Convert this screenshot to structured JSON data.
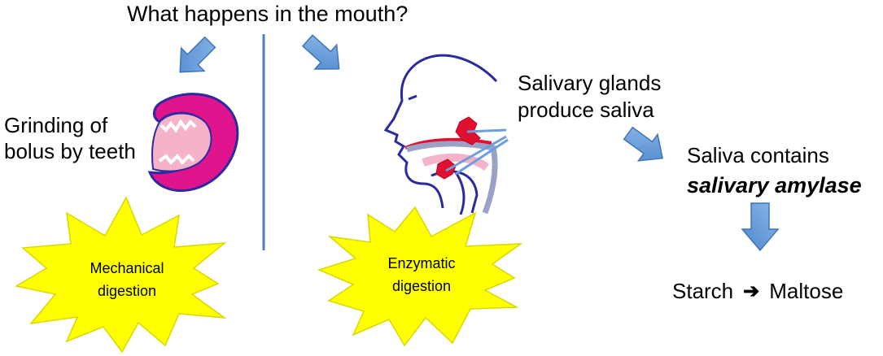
{
  "title": "What happens in the mouth?",
  "mechanical": {
    "caption_line1": "Grinding of",
    "caption_line2": "bolus by teeth",
    "burst_line1": "Mechanical",
    "burst_line2": "digestion"
  },
  "enzymatic": {
    "burst_line1": "Enzymatic",
    "burst_line2": "digestion"
  },
  "glands": {
    "line1": "Salivary glands",
    "line2": "produce saliva"
  },
  "saliva": {
    "line1": "Saliva contains",
    "line2": "salivary amylase"
  },
  "reaction": {
    "from": "Starch",
    "arrow": "➔",
    "to": "Maltose"
  },
  "colors": {
    "arrow_fill": "#6a9fdc",
    "arrow_stroke": "#3f74b8",
    "burst": "#ffff00",
    "burst_stroke": "#d8d800",
    "divider": "#4f7fc0",
    "lips": "#e0148c",
    "tongue": "#f5b3c9",
    "outline": "#2b2aa0",
    "gland": "#e01030"
  },
  "icons": [
    "arrow-icon",
    "mouth-icon",
    "head-profile-icon",
    "starburst-icon"
  ]
}
